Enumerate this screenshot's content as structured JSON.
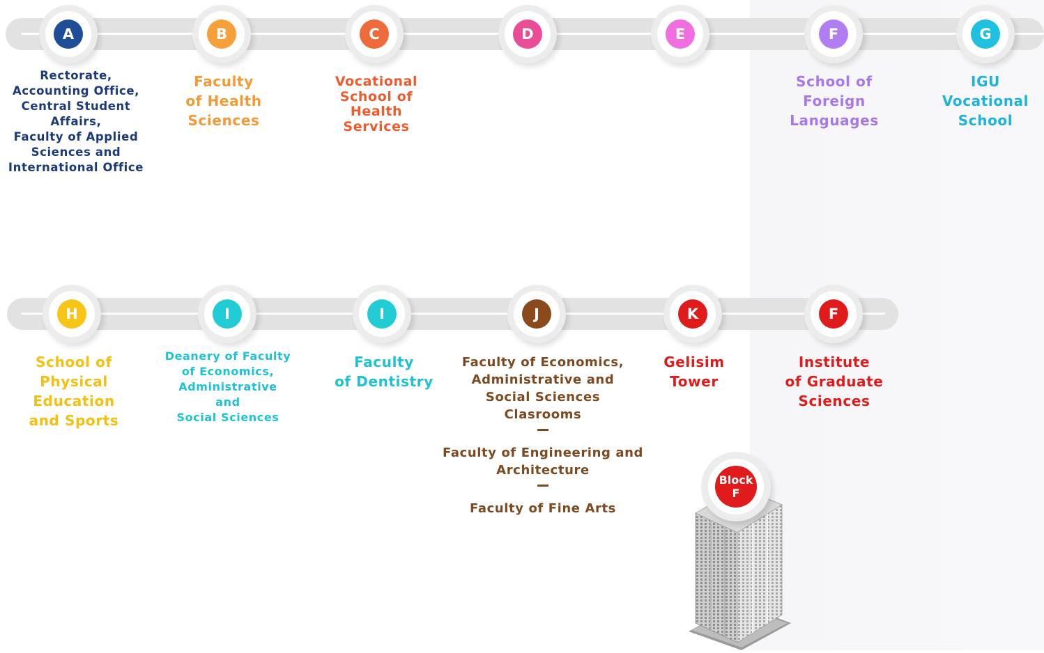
{
  "row1": [
    {
      "letter": "A",
      "color": "#1f4e99",
      "text_color": "#1b3a78",
      "lines": [
        "Rectorate,",
        "Accounting Office,",
        "Central Student",
        "Affairs,",
        "Faculty of Applied",
        "Sciences and",
        "International Office"
      ]
    },
    {
      "letter": "B",
      "color": "#f5a03a",
      "text_color": "#f29a35",
      "lines": [
        "Faculty",
        "of Health",
        "Sciences"
      ]
    },
    {
      "letter": "C",
      "color": "#ef6a3a",
      "text_color": "#ec5b2c",
      "lines": [
        "Vocational",
        "School of",
        "Health",
        "Services"
      ]
    },
    {
      "letter": "D",
      "color": "#ea4d97",
      "text_color": "#ea4d97",
      "lines": []
    },
    {
      "letter": "E",
      "color": "#f06ee0",
      "text_color": "#f06ee0",
      "lines": []
    },
    {
      "letter": "F",
      "color": "#b07ef0",
      "text_color": "#a678e8",
      "lines": [
        "School of",
        "Foreign",
        "Languages"
      ]
    },
    {
      "letter": "G",
      "color": "#20c0e0",
      "text_color": "#1eb3d8",
      "lines": [
        "IGU",
        "Vocational",
        "School"
      ]
    }
  ],
  "row2": [
    {
      "letter": "H",
      "color": "#f7c515",
      "text_color": "#f2c010",
      "lines": [
        "School of",
        "Physical",
        "Education",
        "and Sports"
      ]
    },
    {
      "letter": "I",
      "color": "#22ccd4",
      "text_color": "#1ec2d3",
      "lines": [
        "Deanery of Faculty",
        "of Economics,",
        "Administrative",
        "and",
        "Social Sciences"
      ]
    },
    {
      "letter": "I",
      "color": "#22ccd4",
      "text_color": "#1ec2d3",
      "lines": [
        "Faculty",
        "of Dentistry"
      ]
    },
    {
      "letter": "J",
      "color": "#8a4a1a",
      "text_color": "#7b4a21",
      "lines": [
        "Faculty of Economics,",
        "Administrative and",
        "Social Sciences",
        "Clasrooms"
      ],
      "lines2": [
        "Faculty of Engineering and",
        "Architecture"
      ],
      "lines3": [
        "Faculty of Fine Arts"
      ]
    },
    {
      "letter": "K",
      "color": "#e01b1b",
      "text_color": "#e01b1b",
      "lines": [
        "Gelisim",
        "Tower"
      ]
    },
    {
      "letter": "F",
      "color": "#e01b1b",
      "text_color": "#e01b1b",
      "lines": [
        "Institute",
        "of Graduate",
        "Sciences"
      ]
    }
  ],
  "tower": {
    "badge_line1": "Block",
    "badge_line2": "F"
  }
}
